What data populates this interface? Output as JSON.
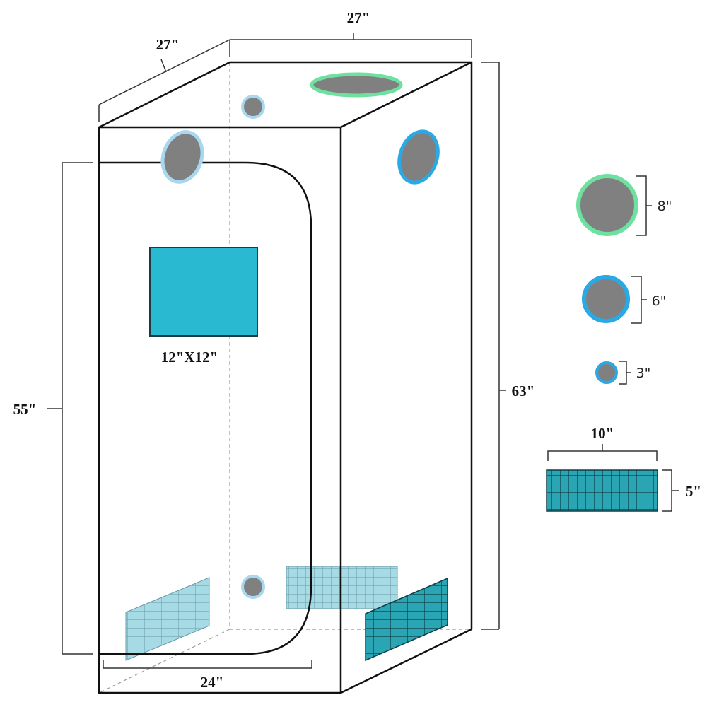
{
  "dimensions": {
    "depth": "27\"",
    "width": "27\"",
    "height": "63\"",
    "door_height": "55\"",
    "door_width": "24\"",
    "window": "12\"X12\""
  },
  "legend": {
    "port_large": "8\"",
    "port_medium": "6\"",
    "port_small": "3\"",
    "vent_width": "10\"",
    "vent_height": "5\""
  },
  "colors": {
    "outline": "#111111",
    "port_fill": "#808080",
    "ring_green": "#6ee0a0",
    "ring_blue": "#29a9e6",
    "ring_light_blue": "#a8d8f0",
    "window_fill": "#29bad1",
    "vent_dark": "#2aa5b3",
    "vent_light": "#a6dbe6",
    "hidden_line": "#999999"
  }
}
